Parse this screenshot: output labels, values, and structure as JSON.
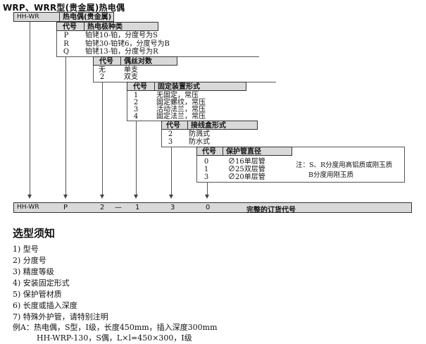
{
  "title": "WRP、WRR型(贵金属)热电偶",
  "model_prefix": "HH-WR",
  "header1": {
    "col1": "热电偶(贵金属)"
  },
  "table_a": {
    "code_header": "代号",
    "name_header": "热电极种类",
    "rows": [
      {
        "code": "P",
        "desc": "铂铑10-铂，分度号为S"
      },
      {
        "code": "R",
        "desc": "铂铑30-铂铑6，分度号为B"
      },
      {
        "code": "Q",
        "desc": "铂铑13-铂，分度号为R"
      }
    ]
  },
  "table_b": {
    "code_header": "代号",
    "name_header": "偶丝对数",
    "rows": [
      {
        "code": "无",
        "desc": "单支"
      },
      {
        "code": "2",
        "desc": "双支"
      }
    ]
  },
  "table_c": {
    "code_header": "代号",
    "name_header": "固定装置形式",
    "rows": [
      {
        "code": "1",
        "desc": "无固定，常压"
      },
      {
        "code": "2",
        "desc": "固定螺纹，常压"
      },
      {
        "code": "3",
        "desc": "活动法兰，常压"
      },
      {
        "code": "4",
        "desc": "固定法兰，常压"
      }
    ]
  },
  "table_d": {
    "code_header": "代号",
    "name_header": "接线盒形式",
    "rows": [
      {
        "code": "2",
        "desc": "防溅式"
      },
      {
        "code": "3",
        "desc": "防水式"
      }
    ]
  },
  "table_e": {
    "code_header": "代号",
    "name_header": "保护管直径",
    "rows": [
      {
        "code": "0",
        "desc": "∅16单层管"
      },
      {
        "code": "1",
        "desc": "∅25双层管"
      },
      {
        "code": "3",
        "desc": "∅20单层管"
      }
    ],
    "note_line1": "注：S、R分度用高铝质或刚玉质",
    "note_line2": "B分度用刚玉质"
  },
  "bottom": {
    "prefix": "HH-WR",
    "p": "P",
    "two": "2",
    "dash": "—",
    "one": "1",
    "three": "3",
    "zero": "0",
    "label": "完整的订货代号"
  },
  "notes": {
    "heading": "选型须知",
    "items": [
      "1)  型号",
      "2)  分度号",
      "3)  精度等级",
      "4)  安装固定形式",
      "5)  保护管材质",
      "6)  长度或插入深度",
      "7)  特殊外护管，请特别注明"
    ],
    "example1": "例A：热电偶，S型，I级，长度450mm，插入深度300mm",
    "example2": "HH-WRP-130，S偶，L×l=450×300，I级"
  }
}
